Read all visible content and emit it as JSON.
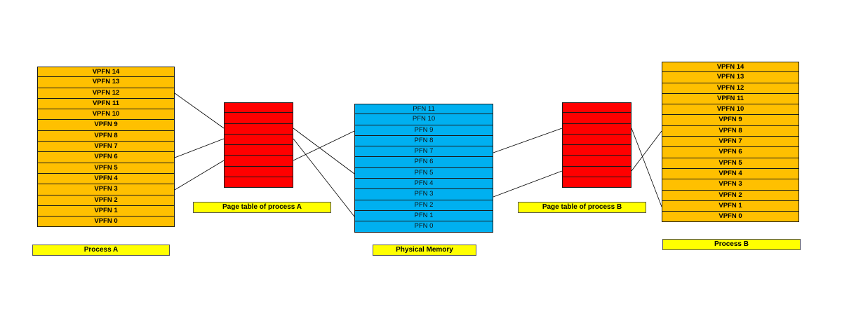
{
  "process_a": {
    "label": "Process A",
    "pages": [
      "VPFN 14",
      "VPFN 13",
      "VPFN 12",
      "VPFN 11",
      "VPFN 10",
      "VPFN 9",
      "VPFN 8",
      "VPFN 7",
      "VPFN 6",
      "VPFN 5",
      "VPFN 4",
      "VPFN 3",
      "VPFN 2",
      "VPFN 1",
      "VPFN 0"
    ]
  },
  "page_table_a": {
    "label": "Page table of process A",
    "entries": 8
  },
  "physical_memory": {
    "label": "Physical Memory",
    "frames": [
      "PFN 11",
      "PFN 10",
      "PFN 9",
      "PFN 8",
      "PFN 7",
      "PFN 6",
      "PFN 5",
      "PFN 4",
      "PFN 3",
      "PFN 2",
      "PFN 1",
      "PFN 0"
    ]
  },
  "page_table_b": {
    "label": "Page table of process B",
    "entries": 8
  },
  "process_b": {
    "label": "Process B",
    "pages": [
      "VPFN 14",
      "VPFN 13",
      "VPFN 12",
      "VPFN 11",
      "VPFN 10",
      "VPFN 9",
      "VPFN 8",
      "VPFN 7",
      "VPFN 6",
      "VPFN 5",
      "VPFN 4",
      "VPFN 3",
      "VPFN 2",
      "VPFN 1",
      "VPFN 0"
    ]
  },
  "colors": {
    "virtual_page": "#ffc000",
    "page_table": "#ff0000",
    "physical_frame": "#00b0f0",
    "label_bg": "#ffff00"
  }
}
